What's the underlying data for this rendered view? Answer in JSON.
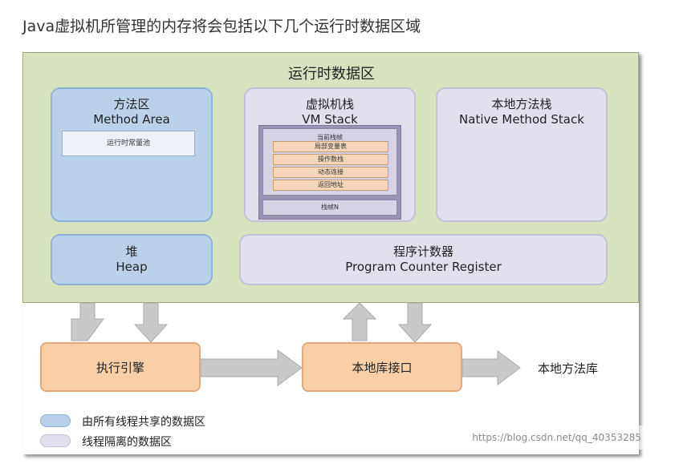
{
  "heading": "Java虚拟机所管理的内存将会包括以下几个运行时数据区域",
  "runtime_area": {
    "title": "运行时数据区",
    "method_area": {
      "cn": "方法区",
      "en": "Method Area",
      "pool": "运行时常量池"
    },
    "vm_stack": {
      "cn": "虚拟机栈",
      "en": "VM Stack",
      "current_frame": "当前栈帧",
      "slots": [
        "局部变量表",
        "操作数栈",
        "动态连接",
        "返回地址"
      ],
      "frame_n": "栈帧N"
    },
    "native_stack": {
      "cn": "本地方法栈",
      "en": "Native Method Stack"
    },
    "heap": {
      "cn": "堆",
      "en": "Heap"
    },
    "pc_register": {
      "cn": "程序计数器",
      "en": "Program Counter Register"
    }
  },
  "execution_engine": "执行引擎",
  "native_interface": "本地库接口",
  "native_library": "本地方法库",
  "legend": {
    "shared": "由所有线程共享的数据区",
    "isolated": "线程隔离的数据区"
  },
  "watermark": "https://blog.csdn.net/qq_40353285",
  "colors": {
    "shared": "#b9d1ea",
    "isolated": "#e3e0ee",
    "runtime_area": "#d7e3bf",
    "component": "#f8cfa7",
    "arrow": "#c9c9c9"
  }
}
